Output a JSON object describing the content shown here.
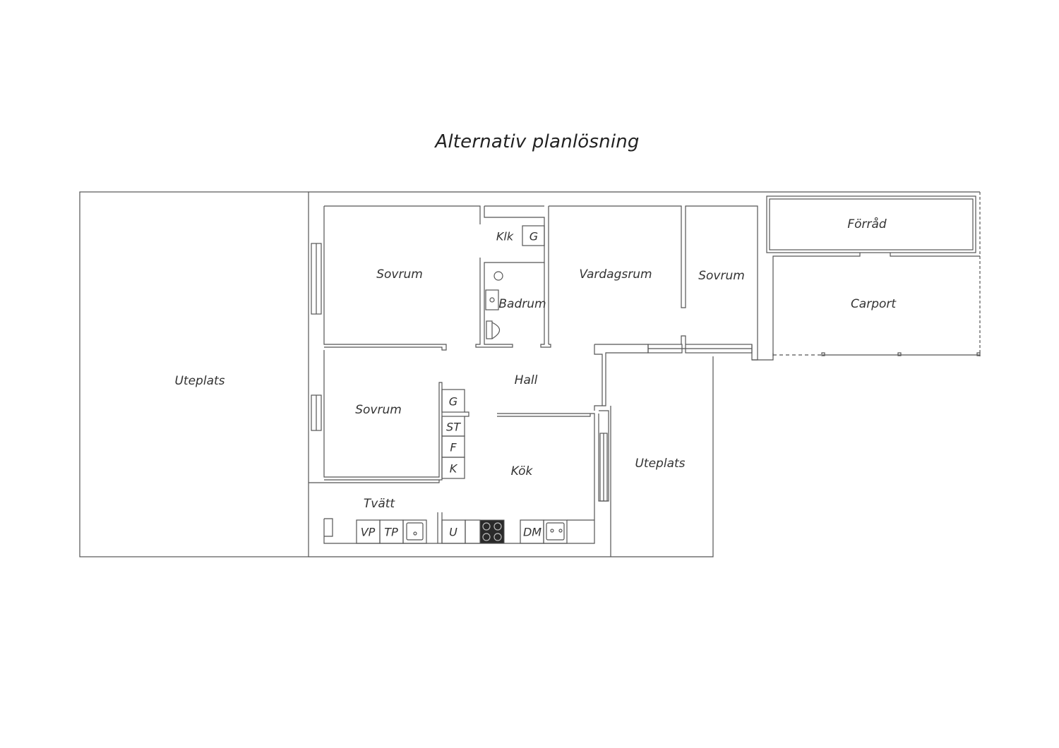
{
  "title": "Alternativ planlösning",
  "rooms": {
    "uteplats_left": "Uteplats",
    "sovrum_1": "Sovrum",
    "klk": "Klk",
    "klk_g": "G",
    "badrum": "Badrum",
    "vardagsrum": "Vardagsrum",
    "sovrum_3": "Sovrum",
    "forrad": "Förråd",
    "carport": "Carport",
    "sovrum_2": "Sovrum",
    "hall": "Hall",
    "hall_g": "G",
    "st": "ST",
    "f": "F",
    "k": "K",
    "kok": "Kök",
    "uteplats_right": "Uteplats",
    "tvatt": "Tvätt",
    "vp": "VP",
    "tp": "TP",
    "u": "U",
    "dm": "DM"
  },
  "colors": {
    "line": "#555555",
    "stove": "#2a2a2a"
  }
}
